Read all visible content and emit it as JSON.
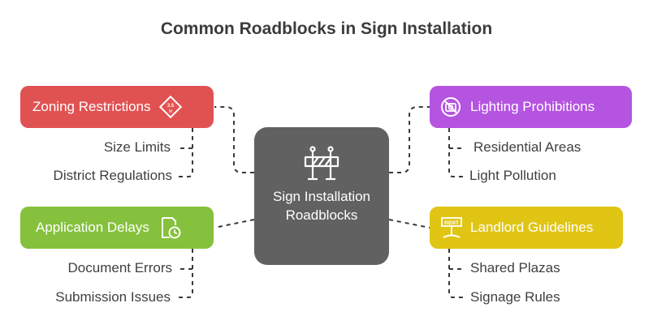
{
  "title": "Common Roadblocks in Sign Installation",
  "center": {
    "label": "Sign Installation Roadblocks",
    "icon": "roadblock-barrier-icon"
  },
  "categories": [
    {
      "label": "Zoning Restrictions",
      "color": "#e05252",
      "icon": "speed-limit-sign-icon",
      "items": [
        "Size Limits",
        "District Regulations"
      ]
    },
    {
      "label": "Lighting Prohibitions",
      "color": "#b554e0",
      "icon": "no-camera-icon",
      "items": [
        "Residential Areas",
        "Light Pollution"
      ]
    },
    {
      "label": "Application Delays",
      "color": "#85c13c",
      "icon": "document-clock-icon",
      "items": [
        "Document Errors",
        "Submission Issues"
      ]
    },
    {
      "label": "Landlord Guidelines",
      "color": "#e0c515",
      "icon": "rent-sign-icon",
      "items": [
        "Shared Plazas",
        "Signage Rules"
      ]
    }
  ]
}
